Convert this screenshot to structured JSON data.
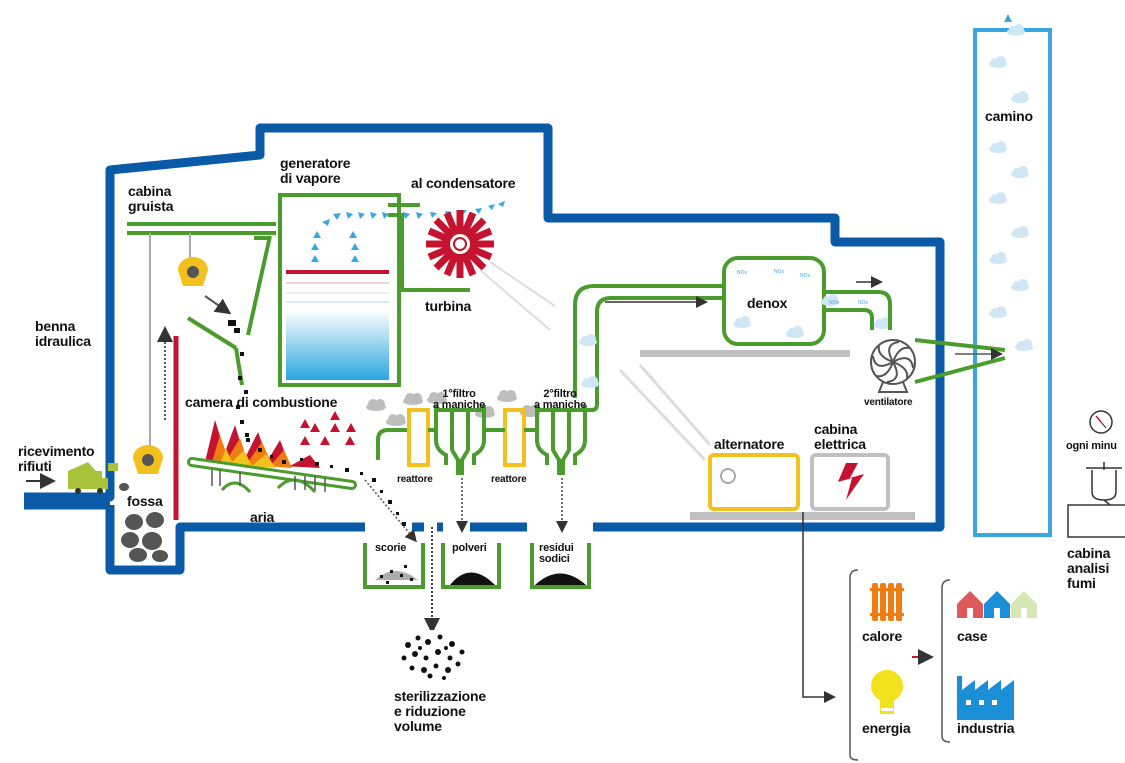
{
  "colors": {
    "building": "#0a5aa8",
    "pipe": "#4a9c2d",
    "sky": "#3aa6e0",
    "red": "#c4122f",
    "yellow": "#f2c11d",
    "gray": "#c0c0c0",
    "orange": "#f07d12",
    "factory_blue": "#1a8fd6"
  },
  "labels": {
    "ricevimento": "ricevimento\nrifiuti",
    "fossa": "fossa",
    "benna": "benna\nidraulica",
    "cabina_gruista": "cabina\ngruista",
    "generatore": "generatore\ndi vapore",
    "condensatore": "al condensatore",
    "turbina": "turbina",
    "camera": "camera di combustione",
    "aria": "aria",
    "filtro1": "1°filtro\na maniche",
    "filtro2": "2°filtro\na maniche",
    "reattore1": "reattore",
    "reattore2": "reattore",
    "scorie": "scorie",
    "polveri": "polveri",
    "residui": "residui\nsodici",
    "sterilizzazione": "sterilizzazione\ne riduzione\nvolume",
    "denox": "denox",
    "ventilatore": "ventilatore",
    "alternatore": "alternatore",
    "cabina_elettrica": "cabina\nelettrica",
    "camino": "camino",
    "ogni_minuto": "ogni minu",
    "cabina_analisi": "cabina\nanalisi\nfumi",
    "calore": "calore",
    "energia": "energia",
    "case": "case",
    "industria": "industria",
    "nox": "NOx"
  },
  "icons": [
    "truck-icon",
    "waste-bag-icon",
    "grab-claw-icon",
    "turbine-icon",
    "fan-icon",
    "radiator-icon",
    "lightbulb-icon",
    "house-icon",
    "factory-icon",
    "clock-icon",
    "lightning-icon",
    "cloud-icon"
  ]
}
